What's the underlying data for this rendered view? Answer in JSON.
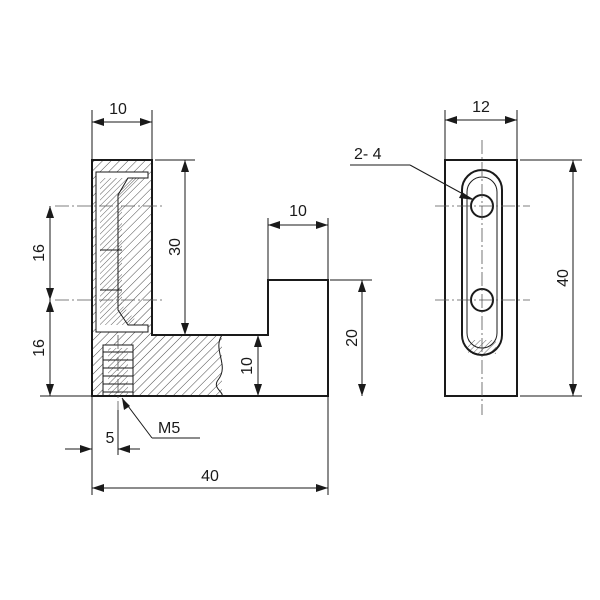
{
  "dimensions": {
    "top_width": "10",
    "height_30": "30",
    "upper_16": "16",
    "lower_16": "16",
    "step_width": "10",
    "height_20": "20",
    "height_10": "10",
    "thread_offset": "5",
    "thread_label": "M5",
    "overall_length": "40",
    "side_width": "12",
    "side_height": "40",
    "holes_label": "2- 4"
  },
  "colors": {
    "line": "#1a1a1a",
    "centerline": "#555555"
  }
}
